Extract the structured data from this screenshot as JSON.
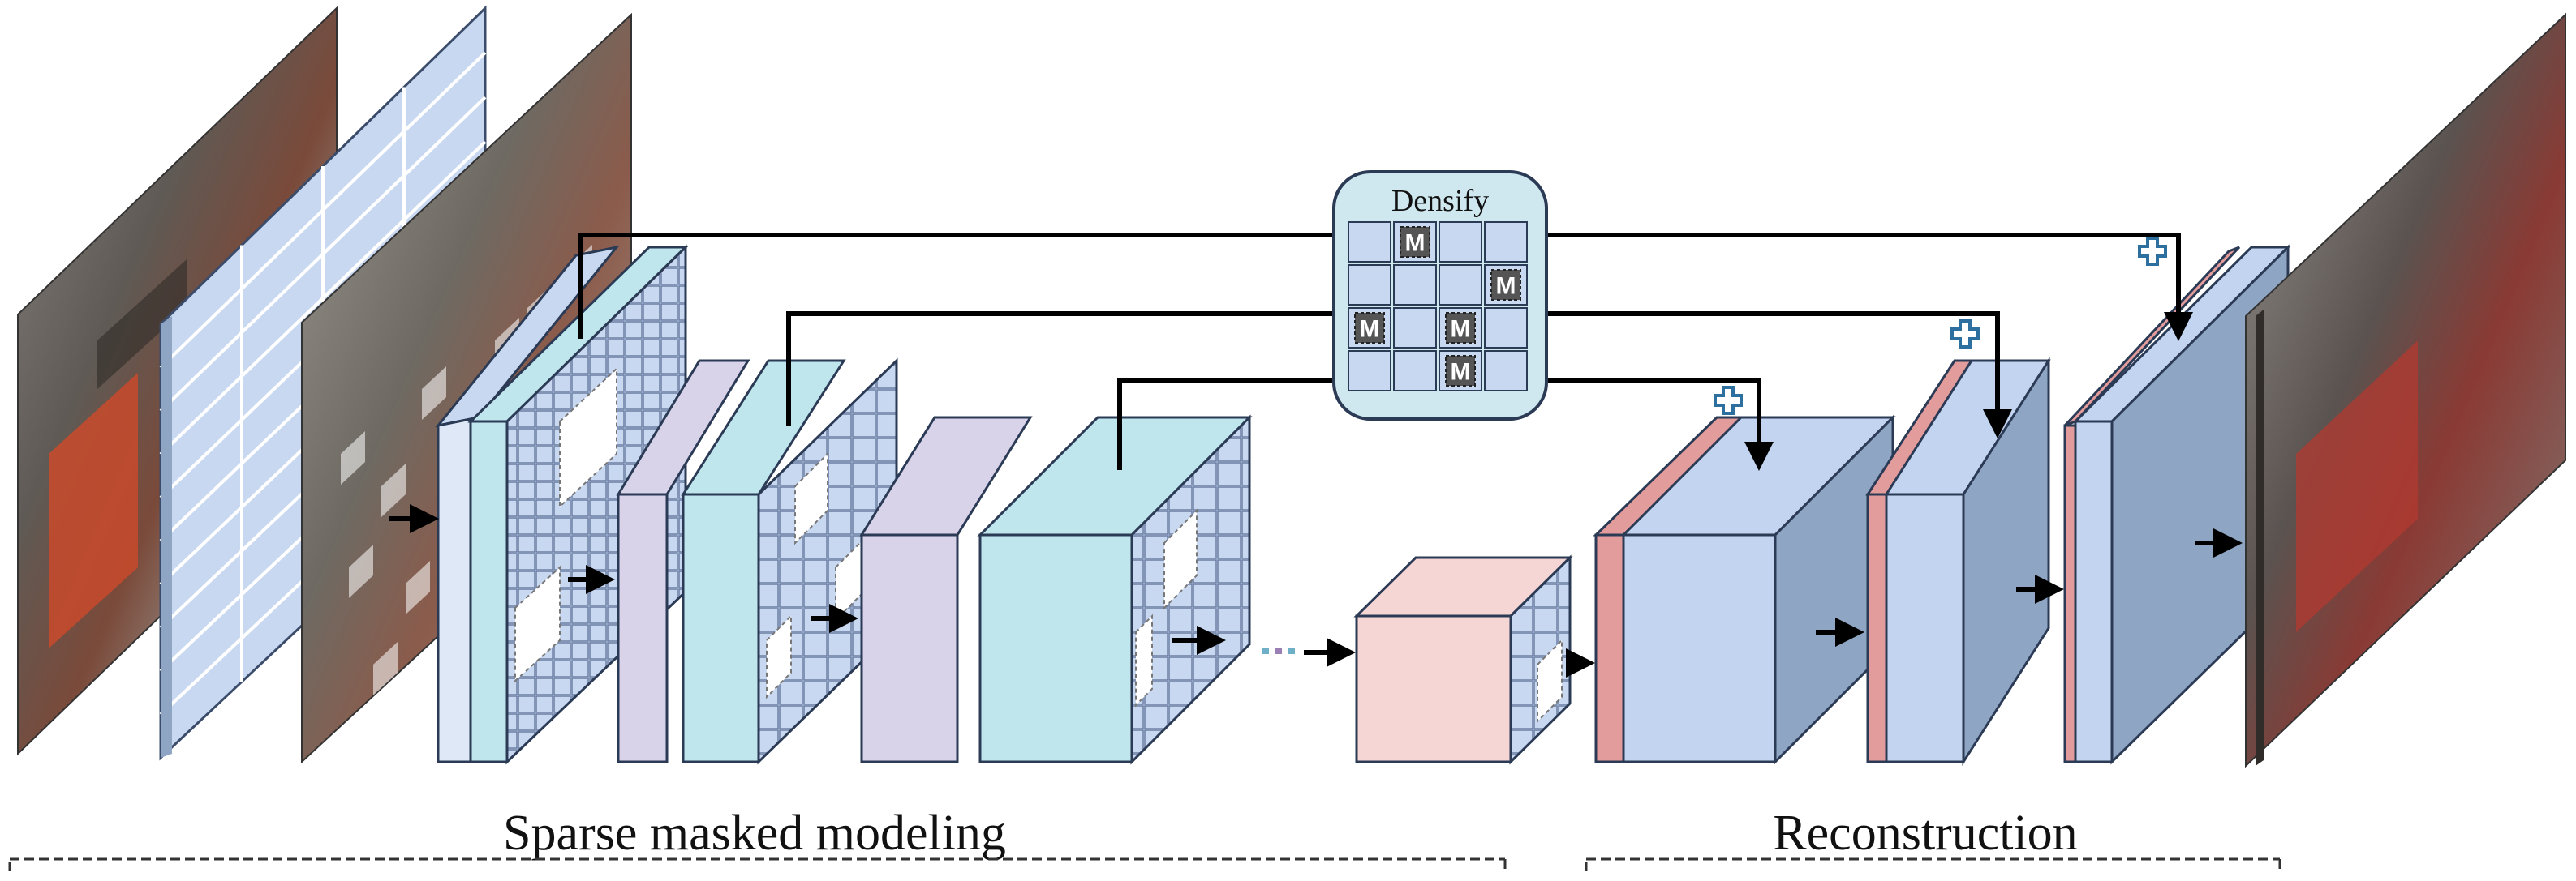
{
  "densify": {
    "title": "Densify",
    "mask_token": "M",
    "grid_rows": 4,
    "grid_cols": 4,
    "masked_cells": [
      [
        0,
        1
      ],
      [
        1,
        3
      ],
      [
        2,
        0
      ],
      [
        2,
        2
      ],
      [
        3,
        2
      ]
    ]
  },
  "sections": {
    "encoder_label": "Sparse masked modeling",
    "decoder_label": "Reconstruction"
  },
  "ellipsis_dot_colors": [
    "#6fb0c8",
    "#9a7fb5",
    "#6fb0c8"
  ],
  "colors": {
    "teal_block": "#bfe6ec",
    "lavender_block": "#d9d3ea",
    "blue_block": "#c2d4ef",
    "blue_block_side": "#8fa5c4",
    "peach_block": "#f6d6d4",
    "pink_strip": "#e39c9c",
    "grid_cell": "#c9d8f1",
    "mask_cell": "#555555",
    "densify_bg": "#cfe8ef"
  },
  "icons": [
    "plus-icon",
    "arrow-right-icon"
  ]
}
